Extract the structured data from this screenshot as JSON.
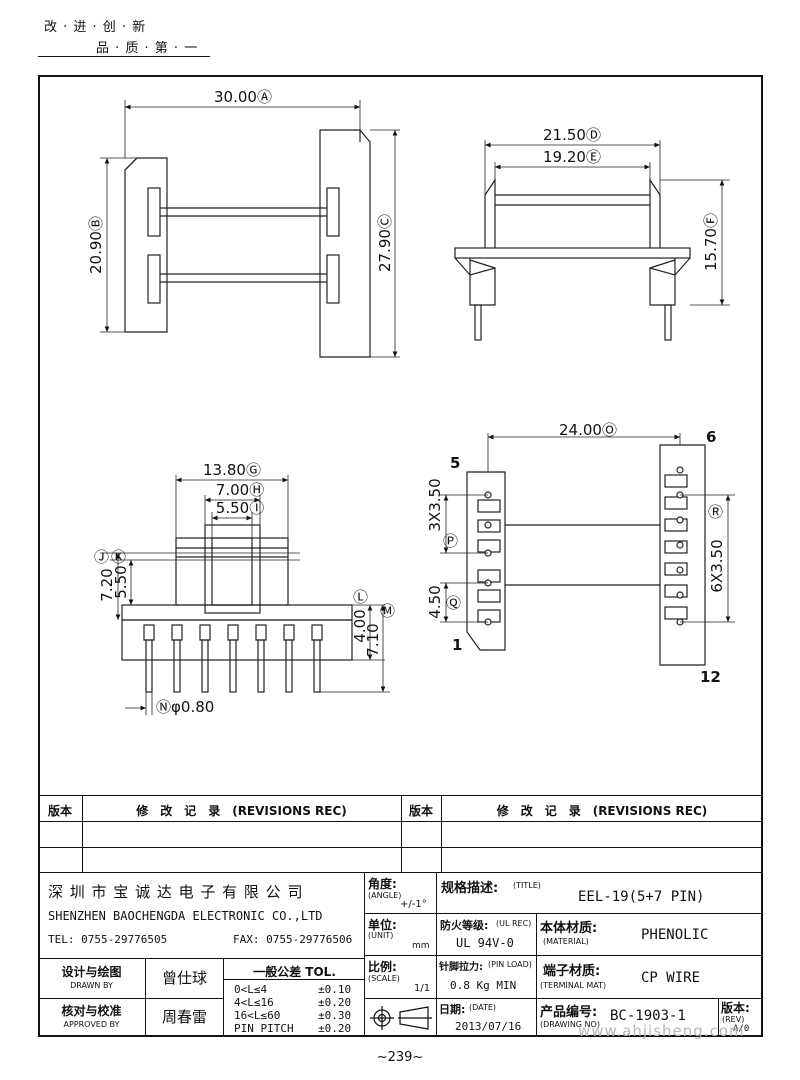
{
  "header": {
    "slogan_line1": "改 · 进 · 创 · 新",
    "slogan_line2": "品 · 质 · 第 · 一"
  },
  "drawing": {
    "dims": {
      "A": "30.00Ⓐ",
      "B": "20.90Ⓑ",
      "C": "27.90Ⓒ",
      "D": "21.50Ⓓ",
      "E": "19.20Ⓔ",
      "F": "15.70Ⓕ",
      "G": "13.80Ⓖ",
      "H": "7.00Ⓗ",
      "I": "5.50Ⓘ",
      "J": "Ⓙ",
      "K": "Ⓚ",
      "J_val": "7.20",
      "K_val": "5.50",
      "L": "Ⓛ",
      "M": "Ⓜ",
      "L_val": "4.00",
      "M_val": "7.10",
      "N": "Ⓝφ0.80",
      "O": "24.00Ⓞ",
      "P": "Ⓟ",
      "Q": "Ⓠ",
      "P_val": "3X3.50",
      "Q_val": "4.50",
      "R": "Ⓡ",
      "R_val": "6X3.50"
    },
    "pins": {
      "p5": "5",
      "p6": "6",
      "p1": "1",
      "p12": "12"
    }
  },
  "revisions": {
    "col_no": "版本",
    "col_title": "修　改　记　录　(REVISIONS REC)"
  },
  "company": {
    "name_cn": "深 圳 市 宝 诚 达 电 子 有 限 公 司",
    "name_en": "SHENZHEN BAOCHENGDA ELECTRONIC CO.,LTD",
    "tel": "TEL: 0755-29776505",
    "fax": "FAX: 0755-29776506"
  },
  "titleblock": {
    "angle_cn": "角度:",
    "angle_en": "(ANGLE)",
    "angle_val": "+/-1°",
    "unit_cn": "单位:",
    "unit_en": "(UNIT)",
    "unit_val": "mm",
    "scale_cn": "比例:",
    "scale_en": "(SCALE)",
    "scale_val": "1/1",
    "title_cn": "规格描述:",
    "title_en": "(TITLE)",
    "title_val": "EEL-19(5+7 PIN)",
    "ulrec_cn": "防火等级:",
    "ulrec_en": "(UL REC)",
    "ulrec_val": "UL 94V-0",
    "material_cn": "本体材质:",
    "material_en": "(MATERIAL)",
    "material_val": "PHENOLIC",
    "pinload_cn": "针脚拉力:",
    "pinload_en": "(PIN LOAD)",
    "pinload_val": "0.8 Kg MIN",
    "terminal_cn": "端子材质:",
    "terminal_en": "(TERMINAL MAT)",
    "terminal_val": "CP WIRE",
    "date_cn": "日期:",
    "date_en": "(DATE)",
    "date_val": "2013/07/16",
    "drawno_cn": "产品编号:",
    "drawno_en": "(DRAWING NO)",
    "drawno_val": "BC-1903-1",
    "rev_cn": "版本:",
    "rev_en": "(REV)",
    "rev_val": "A/0",
    "drawn_cn": "设计与绘图",
    "drawn_en": "DRAWN BY",
    "drawn_val": "曾仕球",
    "approved_cn": "核对与校准",
    "approved_en": "APPROVED BY",
    "approved_val": "周春雷",
    "tol_title": "一般公差 TOL.",
    "tol_rows": [
      {
        "range": "0<L≤4",
        "val": "±0.10"
      },
      {
        "range": "4<L≤16",
        "val": "±0.20"
      },
      {
        "range": "16<L≤60",
        "val": "±0.30"
      },
      {
        "range": "PIN PITCH",
        "val": "±0.20"
      }
    ]
  },
  "footer": {
    "page": "~239~",
    "watermark": "www.ahjisheng.com"
  }
}
